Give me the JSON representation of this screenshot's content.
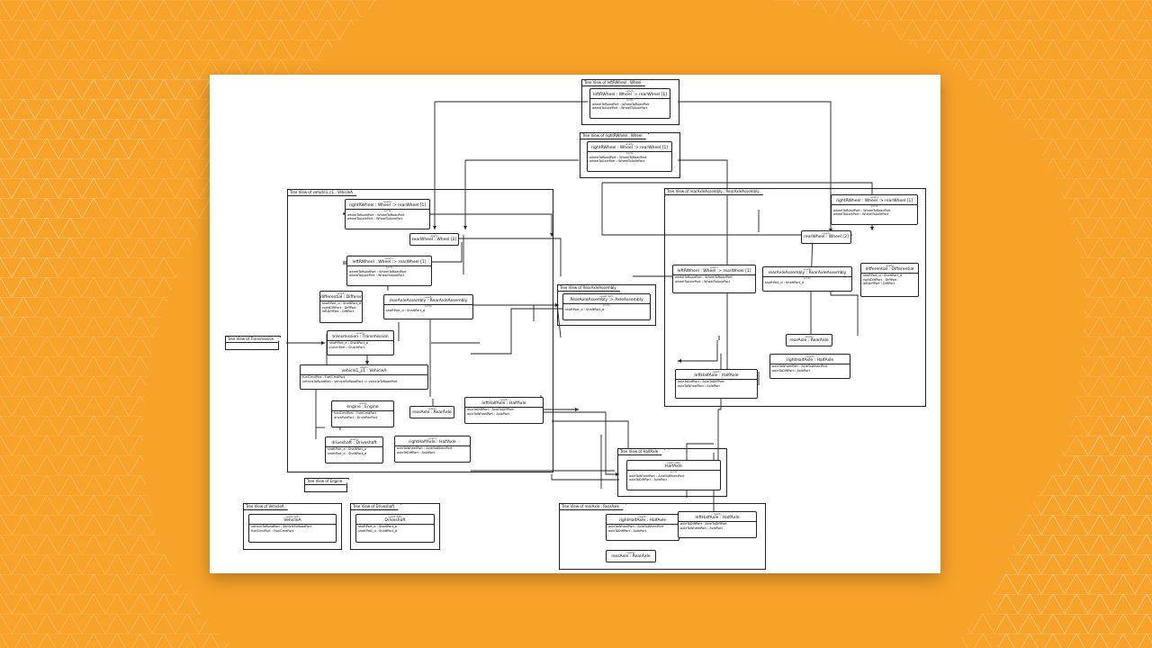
{
  "colors": {
    "background": "#f7a229",
    "sheet": "#ffffff",
    "ink": "#222222"
  },
  "frames": {
    "vehicle_c1": "Tree View of vehicle1_c1 : VehicleA",
    "left_rear_wheel": "Tree View of leftRWheel : Wheel",
    "right_rear_wheel": "Tree View of rightRWheel : Wheel",
    "rear_axle_assembly": "Tree View of rearAxleAssembly : RearAxleAssembly",
    "rear_axle_assembly_type": "Tree View of RearAxleAssembly",
    "transmission": "Tree View of Transmission",
    "engine": "Tree View of Engine",
    "vehicle_a": "Tree View of VehicleA",
    "driveshaft": "Tree View of Driveshaft",
    "half_axle": "Tree View of HalfAxle",
    "rear_axle": "Tree View of rearAxle : RearAxle"
  },
  "blocks": {
    "top_left_wheel": {
      "name": "leftRWheel : Wheel :> rearWheel [1]",
      "lines": [
        "wheelToRoadPort : WheelToRoadPort",
        "wheelToAxlePort : WheelToAxlePort"
      ]
    },
    "top_right_wheel": {
      "name": "rightRWheel : Wheel :> rearWheel [1]",
      "lines": [
        "wheelToRoadPort : WheelToRoadPort",
        "wheelToAxlePort : WheelToAxlePort"
      ]
    },
    "v_right_wheel": {
      "name": "rightRWheel : Wheel :> rearWheel [1]",
      "lines": [
        "wheelToRoadPort : WheelToRoadPort",
        "wheelToAxlePort : WheelToAxlePort"
      ]
    },
    "v_rear_wheel": {
      "name": "rearWheel : Wheel [2]"
    },
    "v_left_wheel": {
      "name": "leftRWheel : Wheel :> rearWheel [1]",
      "lines": [
        "wheelToRoadPort : WheelToRoadPort",
        "wheelToAxlePort : WheelToAxlePort"
      ]
    },
    "v_differential": {
      "name": "differential : Differential",
      "lines": [
        "shaftPort_d : ShaftPort_d",
        "rightDiffPort : DiffPort",
        "leftDiffPort : DiffPort"
      ]
    },
    "v_rear_axle_assembly": {
      "name": "rearAxleAssembly : RearAxleAssembly",
      "lines": [
        "shaftPort_d : ShaftPort_d"
      ]
    },
    "v_transmission": {
      "name": "transmission : Transmission",
      "lines": [
        "shaftPort_a : ShaftPort_a",
        "clutchPort : ClutchPort"
      ]
    },
    "v_vehicle": {
      "name": "vehicle1_c1 : VehicleA",
      "lines": [
        "fuelCmdPort : FuelCmdPort",
        "vehicleToRoadPort : VehicleToRoadPort :> vehicleToRoadPort"
      ]
    },
    "v_engine": {
      "name": "engine : Engine",
      "lines": [
        "fuelCmdPort : FuelCmdPort",
        "drivePwrPort : DrivePwrPort"
      ]
    },
    "v_driveshaft": {
      "name": "driveshaft : Driveshaft",
      "lines": [
        "shaftPort_a : ShaftPort_a",
        "shaftPort_d : ShaftPort_d"
      ]
    },
    "v_rear_axle": {
      "name": "rearAxle : RearAxle"
    },
    "v_left_half_axle": {
      "name": "leftHalfAxle : HalfAxle",
      "lines": [
        "axleToDiffPort : AxleToDiffPort",
        "axleToWheelPort : AxlePort"
      ]
    },
    "v_right_half_axle": {
      "name": "rightHalfAxle : HalfAxle",
      "lines": [
        "axleToWheelPort : AxleToWheelPort",
        "axleToDiffPort : AxlePort"
      ]
    },
    "raa_block": {
      "name": "RearAxleAssembly :> AxleAssembly",
      "lines": [
        "shaftPort_d : ShaftPort_d"
      ]
    },
    "r_right_wheel": {
      "name": "rightRWheel : Wheel :> rearWheel [1]",
      "lines": [
        "wheelToRoadPort : WheelToRoadPort",
        "wheelToAxlePort : WheelToAxlePort"
      ]
    },
    "r_rear_wheel": {
      "name": "rearWheel : Wheel [2]"
    },
    "r_left_wheel": {
      "name": "leftRWheel : Wheel :> rearWheel [1]",
      "lines": [
        "wheelToRoadPort : WheelToRoadPort",
        "wheelToAxlePort : WheelToAxlePort"
      ]
    },
    "r_rear_axle_assembly": {
      "name": "rearAxleAssembly : RearAxleAssembly",
      "lines": [
        "shaftPort_d : ShaftPort_d"
      ]
    },
    "r_differential": {
      "name": "differential : Differential",
      "lines": [
        "shaftPort_d : ShaftPort_d",
        "rightDiffPort : DiffPort",
        "leftDiffPort : DiffPort"
      ]
    },
    "r_rear_axle": {
      "name": "rearAxle : RearAxle"
    },
    "r_right_half_axle": {
      "name": "rightHalfAxle : HalfAxle",
      "lines": [
        "axleToWheelPort : AxleToWheelPort",
        "axleToDiffPort : AxlePort"
      ]
    },
    "r_left_half_axle": {
      "name": "leftHalfAxle : HalfAxle",
      "lines": [
        "axleToDiffPort : AxleToDiffPort",
        "axleToWheelPort : AxlePort"
      ]
    },
    "vehicle_a_block": {
      "name": "VehicleA",
      "lines": [
        "vehicleToRoadPort : VehicleToRoadPort",
        "fuelCmdPort : FuelCmdPort"
      ]
    },
    "driveshaft_block": {
      "name": "Driveshaft",
      "lines": [
        "shaftPort_a : ShaftPort_a",
        "shaftPort_d : ShaftPort_d"
      ]
    },
    "half_axle_block": {
      "name": "HalfAxle",
      "lines": [
        "axleToWheelPort : AxleToWheelPort",
        "axleToDiffPort : AxlePort"
      ]
    },
    "ra_right_half_axle": {
      "name": "rightHalfAxle : HalfAxle",
      "lines": [
        "axleToWheelPort : AxleToWheelPort",
        "axleToDiffPort : AxlePort"
      ]
    },
    "ra_left_half_axle": {
      "name": "leftHalfAxle : HalfAxle",
      "lines": [
        "axleToDiffPort : AxleToDiffPort",
        "axleToWheelPort : AxlePort"
      ]
    },
    "ra_rear_axle": {
      "name": "rearAxle : RearAxle"
    }
  },
  "labels": {
    "stereo_part": "«part»",
    "stereo_part_def": "«part def»",
    "ports_section": "ports"
  }
}
